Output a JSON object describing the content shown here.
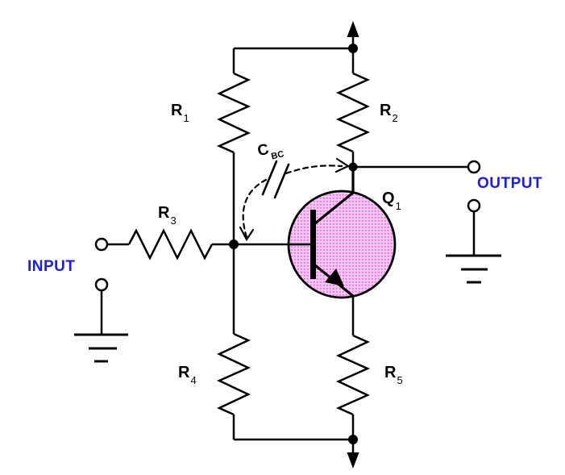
{
  "diagram": {
    "kind": "transistor-amplifier-schematic"
  },
  "labels": {
    "r1": {
      "main": "R",
      "sub": "1"
    },
    "r2": {
      "main": "R",
      "sub": "2"
    },
    "r3": {
      "main": "R",
      "sub": "3"
    },
    "r4": {
      "main": "R",
      "sub": "4"
    },
    "r5": {
      "main": "R",
      "sub": "5"
    },
    "q1": {
      "main": "Q",
      "sub": "1"
    },
    "cbc": {
      "main": "C",
      "sub": "BC"
    },
    "input": "INPUT",
    "output": "OUTPUT"
  },
  "colors": {
    "wire": "#000000",
    "io_label": "#1a1aff",
    "transistor_fill": "#ee8ae6",
    "transistor_fill_light": "#fbdcfa"
  },
  "icons": {
    "supply_arrow_up": "vcc-rail-arrow",
    "supply_arrow_down": "return-rail-arrow",
    "ground_input": "earth-ground",
    "ground_output": "earth-ground",
    "terminals_open_circles": 4,
    "junction_dots": 4
  }
}
